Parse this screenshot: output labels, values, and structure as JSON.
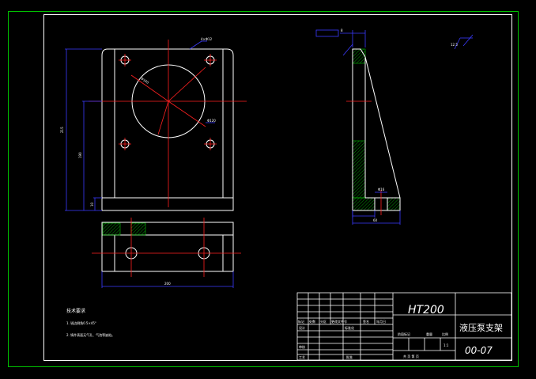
{
  "colors": {
    "background": "#000000",
    "frame_outer": "#00c000",
    "outline": "#ffffff",
    "centerline": "#ff2020",
    "dimension": "#3a3aff",
    "hatch": "#00c000"
  },
  "technical_requirements": {
    "title": "技术要求",
    "items": [
      "1. 锐边倒角0.5×45°",
      "2. 铸件表面无气孔、气泡等缺陷。"
    ]
  },
  "title_block": {
    "material": "HT200",
    "part_name": "液压泵支架",
    "drawing_number": "00-07",
    "scale_value": "1:1",
    "header_labels": [
      "标记",
      "处数",
      "分区",
      "更改文件号",
      "签名",
      "年月日"
    ],
    "row_labels": [
      "设计",
      "审核",
      "工艺"
    ],
    "standardization": "标准化",
    "approve": "批准",
    "stage_mark": "阶段标记",
    "weight": "重量",
    "scale": "比例",
    "sheets": "共  页  第  页"
  },
  "dimension_labels": {
    "overall_height": "215",
    "inner_height": "190",
    "small_height": "10",
    "bottom_width": "200",
    "side_width": "60",
    "hole_diameter": "4×Φ12",
    "bore_diameter": "Φ120",
    "pcd": "Φ160",
    "thickness": "8",
    "slot": "Φ16",
    "roughness": "12.5"
  }
}
